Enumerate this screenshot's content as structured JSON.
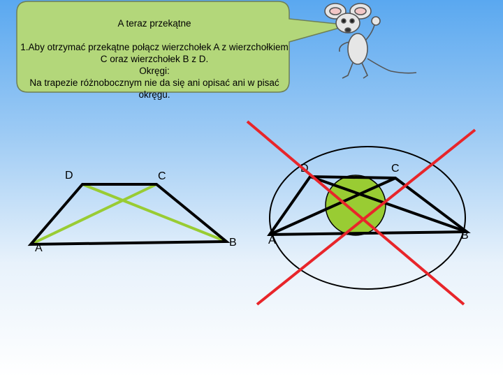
{
  "bubble": {
    "title": "A teraz przekątne",
    "body": "1.Aby otrzymać przekątne połącz wierzchołek A z wierzchołkiem C oraz wierzchołek B z D.\nOkręgi:\nNa trapezie różnobocznym nie da się ani opisać ani w pisać okręgu."
  },
  "colors": {
    "bubble_fill": "#b3d77a",
    "diagonal": "#99cc33",
    "outline": "#000000",
    "cross": "#e8252a",
    "incircle": "#99cc33"
  },
  "left_trapezoid": {
    "vertex_labels": {
      "A": "A",
      "B": "B",
      "C": "C",
      "D": "D"
    }
  },
  "right_trapezoid": {
    "vertex_labels": {
      "A": "A",
      "B": "B",
      "C": "C",
      "D": "D"
    }
  },
  "icons": {
    "mascot": "mouse-icon"
  }
}
